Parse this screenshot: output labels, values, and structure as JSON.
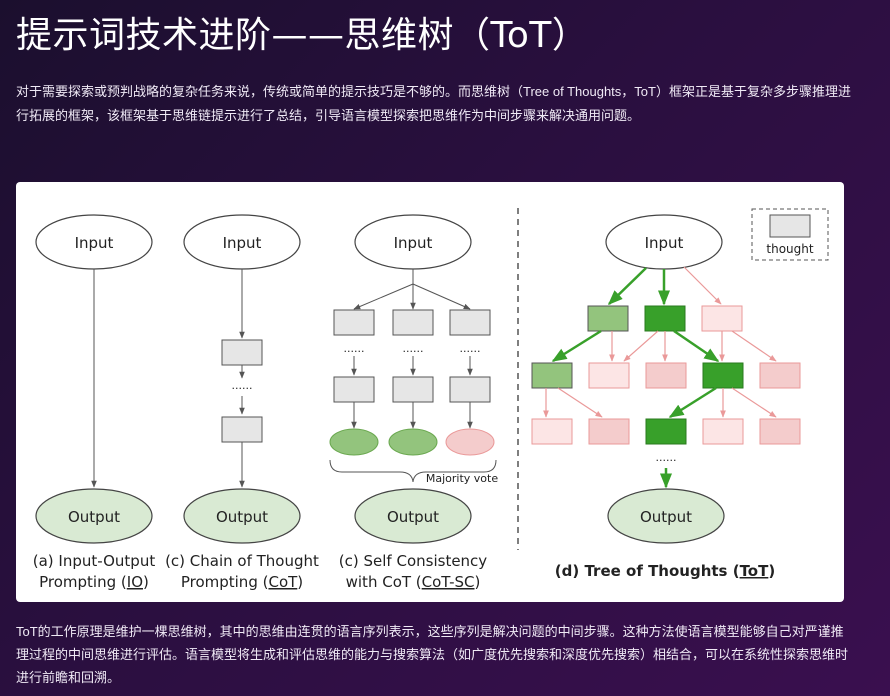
{
  "page": {
    "title": "提示词技术进阶——思维树（ToT）",
    "intro": "对于需要探索或预判战略的复杂任务来说，传统或简单的提示技巧是不够的。而思维树（Tree of Thoughts，ToT）框架正是基于复杂多步骤推理进行拓展的框架，该框架基于思维链提示进行了总结，引导语言模型探索把思维作为中间步骤来解决通用问题。",
    "outro": "ToT的工作原理是维护一棵思维树，其中的思维由连贯的语言序列表示，这些序列是解决问题的中间步骤。这种方法使语言模型能够自己对严谨推理过程的中间思维进行评估。语言模型将生成和评估思维的能力与搜索算法（如广度优先搜索和深度优先搜索）相结合，可以在系统性探索思维时进行前瞻和回溯。"
  },
  "diagram": {
    "input_label": "Input",
    "output_label": "Output",
    "legend_label": "thought",
    "majority_vote": "Majority vote",
    "ellipsis": "......",
    "captions": {
      "io_line1": "(a) Input-Output",
      "io_line2_pre": "Prompting (",
      "io_abbr": "IO",
      "io_line2_post": ")",
      "cot_line1": "(c) Chain of Thought",
      "cot_line2_pre": "Prompting (",
      "cot_abbr": "CoT",
      "cot_line2_post": ")",
      "sc_line1": "(c) Self Consistency",
      "sc_line2_pre": "with CoT (",
      "sc_abbr": "CoT-SC",
      "sc_line2_post": ")",
      "tot_pre": "(d) Tree of Thoughts (",
      "tot_abbr": "ToT",
      "tot_post": ")"
    },
    "colors": {
      "box_gray": "#e6e6e6",
      "output_green": "#d9ead3",
      "light_green": "#93c47d",
      "dark_green": "#38a02a",
      "pink_fill": "#f4cccc",
      "pink_light": "#fce5e5",
      "pink_stroke": "#ea9999"
    }
  }
}
